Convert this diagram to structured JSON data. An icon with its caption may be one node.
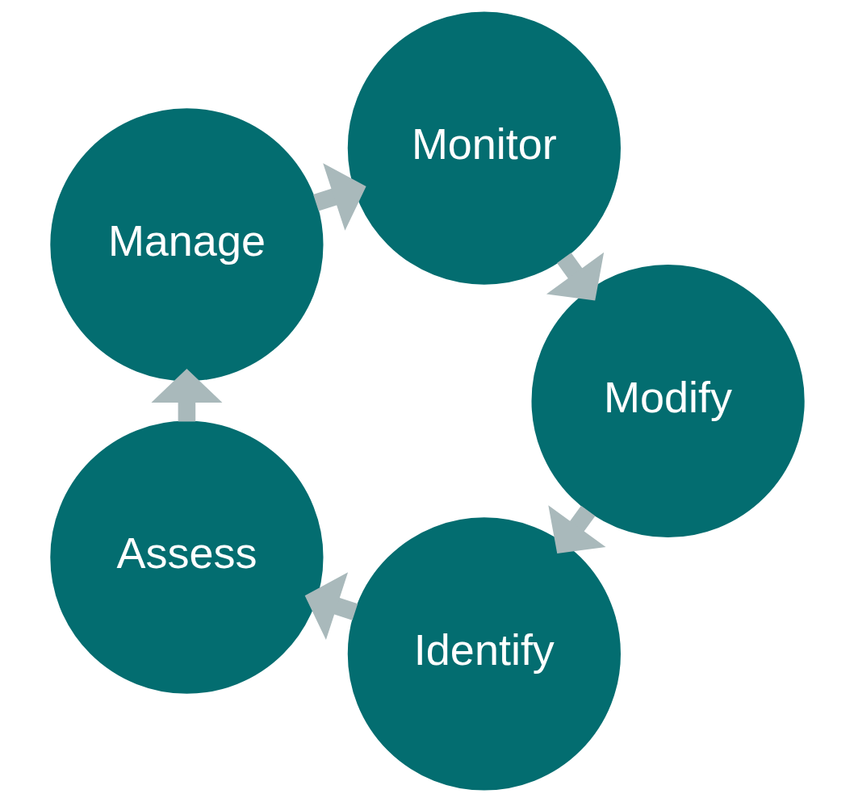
{
  "diagram": {
    "nodes": [
      {
        "text": [
          "Identify"
        ]
      },
      {
        "text": [
          "Assess"
        ]
      },
      {
        "text": [
          "Manage"
        ]
      },
      {
        "text": [
          "Monitor"
        ]
      },
      {
        "text": [
          "Modify"
        ]
      }
    ],
    "edges": [
      {
        "from": 0,
        "to": 1,
        "arrow": "to"
      },
      {
        "from": 1,
        "to": 2,
        "arrow": "to"
      },
      {
        "from": 2,
        "to": 3,
        "arrow": "to"
      },
      {
        "from": 3,
        "to": 4,
        "arrow": "to"
      },
      {
        "from": 4,
        "to": 0,
        "arrow": "to"
      }
    ]
  }
}
